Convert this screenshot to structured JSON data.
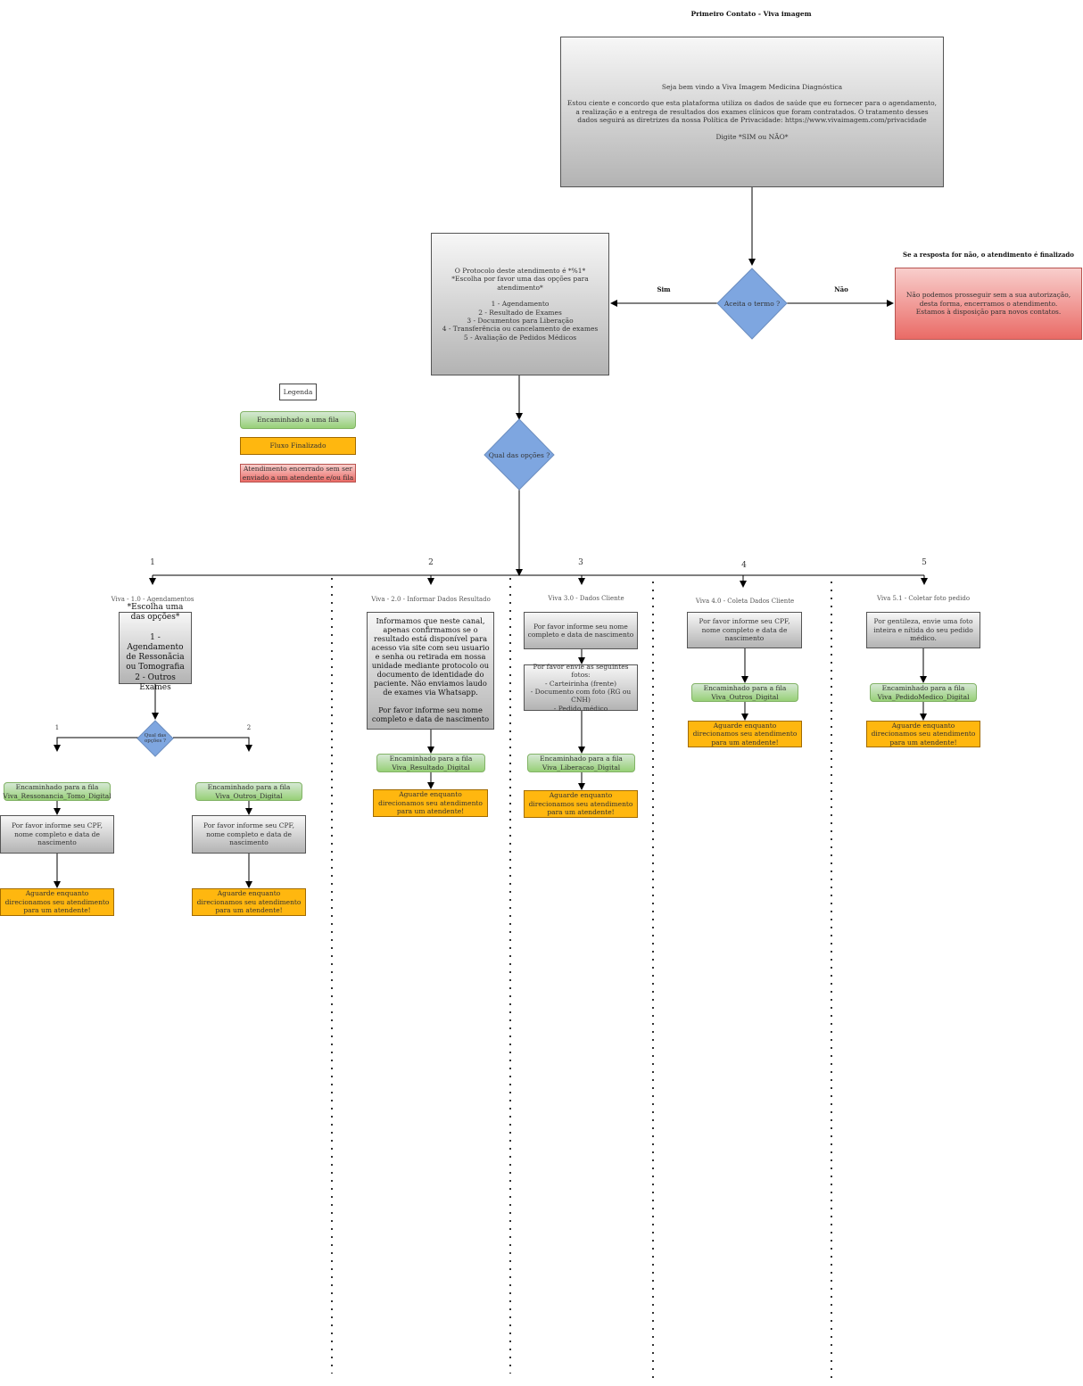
{
  "title": "Primeiro Contato - Viva imagem",
  "welcome": "Seja bem vindo a Viva Imagem Medicina Diagnóstica\n\nEstou ciente e concordo que esta plataforma utiliza os dados de saúde que eu fornecer para o agendamento, a realização e a entrega de resultados dos exames clínicos que foram contratados. O tratamento desses dados seguirá as diretrizes da nossa Política de Privacidade: https://www.vivaimagem.com/privacidade\n\nDigite *SIM ou NÃO*",
  "accept_decision": "Aceita o termo ?",
  "yes_label": "Sim",
  "no_label": "Não",
  "no_note": "Se a resposta for não, o atendimento é finalizado",
  "no_message": "Não podemos prosseguir sem a sua autorização, desta forma, encerramos o atendimento.\nEstamos à disposição para novos contatos.",
  "protocol": "O Protocolo deste atendimento é *%1*\n*Escolha por favor uma das opções para atendimento*\n\n1 - Agendamento\n2 - Resultado de Exames\n3 - Documentos para Liberação\n4 - Transferência ou cancelamento de exames\n5 - Avaliação de Pedidos Médicos",
  "options_decision": "Qual das opções ?",
  "legend": {
    "title": "Legenda",
    "queue": "Encaminhado a uma fila",
    "finished": "Fluxo Finalizado",
    "closed": "Atendimento encerrado sem ser enviado a um atendente e/ou fila"
  },
  "branch_numbers": [
    "1",
    "2",
    "3",
    "4",
    "5"
  ],
  "wait_message": "Aguarde enquanto direcionamos seu atendimento para um atendente!",
  "cpf_request": "Por favor informe seu CPF, nome completo e data de nascimento",
  "lane1": {
    "title": "Viva - 1.0 - Agendamentos",
    "menu": "*Escolha uma das opções*\n\n1 - Agendamento de Ressonãcia ou Tomografia\n2 - Outros Exames",
    "decision": "Qual das opções ?",
    "sub1": "1",
    "sub2": "2",
    "queue_a": "Encaminhado para a fila Viva_Ressonancia_Tomo_Digital",
    "queue_b": "Encaminhado para a fila Viva_Outros_Digital"
  },
  "lane2": {
    "title": "Viva - 2.0 - Informar Dados Resultado",
    "info": "Informamos que neste canal, apenas confirmamos se o resultado está disponível para acesso via site com seu usuario e senha ou retirada em nossa unidade mediante protocolo ou documento de identidade do paciente. Não enviamos laudo de exames via Whatsapp.\n\nPor favor informe seu nome completo e data de nascimento",
    "queue": "Encaminhado para a fila Viva_Resultado_Digital"
  },
  "lane3": {
    "title": "Viva 3.0 - Dados Cliente",
    "ask": "Por favor informe seu  nome completo e  data de nascimento",
    "photos": "Por favor envie as seguintes  fotos:\n- Carteirinha (frente)\n- Documento com foto (RG ou CNH)\n- Pedido médico",
    "queue": "Encaminhado para a fila Viva_Liberacao_Digital"
  },
  "lane4": {
    "title": "Viva 4.0 - Coleta Dados Cliente",
    "queue": "Encaminhado para a fila Viva_Outros_Digital"
  },
  "lane5": {
    "title": "Viva 5.1 - Coletar foto pedido",
    "ask": "Por gentileza, envie uma foto inteira e nítida do seu pedido médico.",
    "queue": "Encaminhado para a fila Viva_PedidoMedico_Digital"
  }
}
